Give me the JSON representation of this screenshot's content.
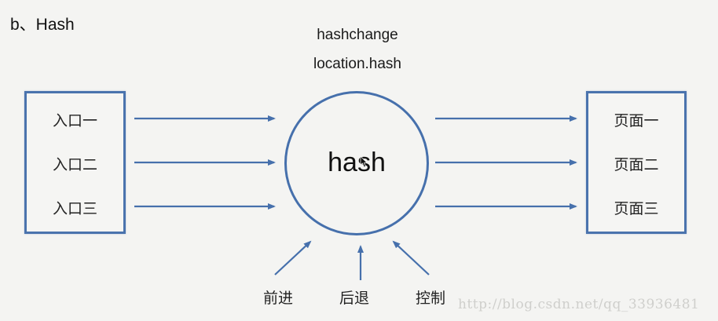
{
  "title": "b、Hash",
  "api_labels": {
    "event": "hashchange",
    "property": "location.hash"
  },
  "center_node": {
    "label": "hash"
  },
  "entries_box": {
    "items": [
      "入口一",
      "入口二",
      "入口三"
    ]
  },
  "pages_box": {
    "items": [
      "页面一",
      "页面二",
      "页面三"
    ]
  },
  "controls": {
    "items": [
      "前进",
      "后退",
      "控制"
    ]
  },
  "colors": {
    "accent_blue": "#4670ac",
    "background": "#f4f4f2",
    "text": "#1a1a1a",
    "watermark": "#cfcfcc"
  },
  "watermark": "http://blog.csdn.net/qq_33936481"
}
